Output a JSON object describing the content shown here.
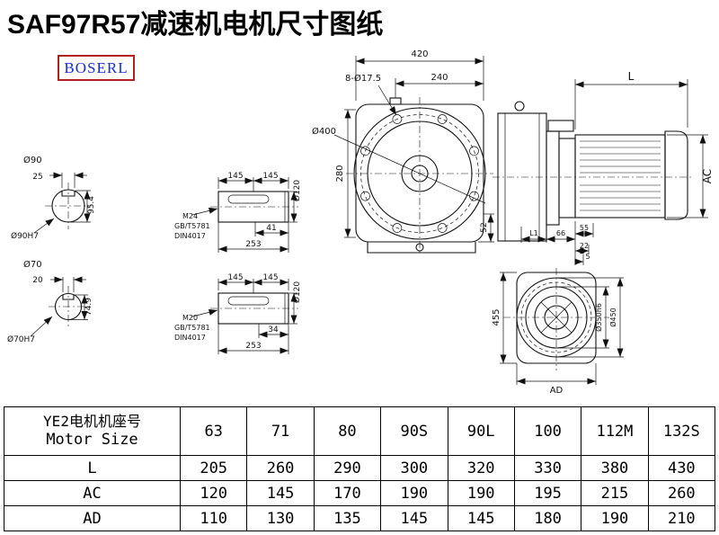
{
  "page": {
    "title": "SAF97R57减速机电机尺寸图纸",
    "brand": "BOSERL"
  },
  "front_view": {
    "width_total": "420",
    "width_upper": "240",
    "bolt_holes": "8-Ø17.5",
    "flange_dia": "Ø400",
    "height": "280",
    "foot": "52"
  },
  "shaft_section_top": {
    "dia_label": "Ø90",
    "key_width": "25",
    "key_height": "95.4",
    "bore": "Ø90H7"
  },
  "shaft_section_bottom": {
    "dia_label": "Ø70",
    "key_width": "20",
    "key_height": "74.9",
    "bore": "Ø70H7"
  },
  "shaft_detail_top": {
    "len1": "145",
    "len2": "145",
    "dia": "Ø120",
    "thread": "M24",
    "standard1": "GB/T5781",
    "standard2": "DIN4017",
    "thread_len": "41",
    "total_len": "253"
  },
  "shaft_detail_bottom": {
    "len1": "145",
    "len2": "145",
    "dia": "Ø120",
    "thread": "M20",
    "standard1": "GB/T5781",
    "standard2": "DIN4017",
    "thread_len": "34",
    "total_len": "253"
  },
  "side_view": {
    "motor_len": "L",
    "motor_dia": "AC",
    "l1": "L1",
    "d66": "66",
    "d55": "55",
    "d22": "22",
    "d5": "5",
    "height_455": "455",
    "spigot": "Ø350h6",
    "flange": "Ø450",
    "ad": "AD"
  },
  "table": {
    "header_cn": "YE2电机机座号",
    "header_en": "Motor Size",
    "sizes": [
      "63",
      "71",
      "80",
      "90S",
      "90L",
      "100",
      "112M",
      "132S"
    ],
    "rows": [
      {
        "label": "L",
        "values": [
          "205",
          "260",
          "290",
          "300",
          "320",
          "330",
          "380",
          "430"
        ]
      },
      {
        "label": "AC",
        "values": [
          "120",
          "145",
          "170",
          "190",
          "190",
          "195",
          "215",
          "260"
        ]
      },
      {
        "label": "AD",
        "values": [
          "110",
          "130",
          "135",
          "145",
          "145",
          "180",
          "190",
          "210"
        ]
      }
    ]
  }
}
